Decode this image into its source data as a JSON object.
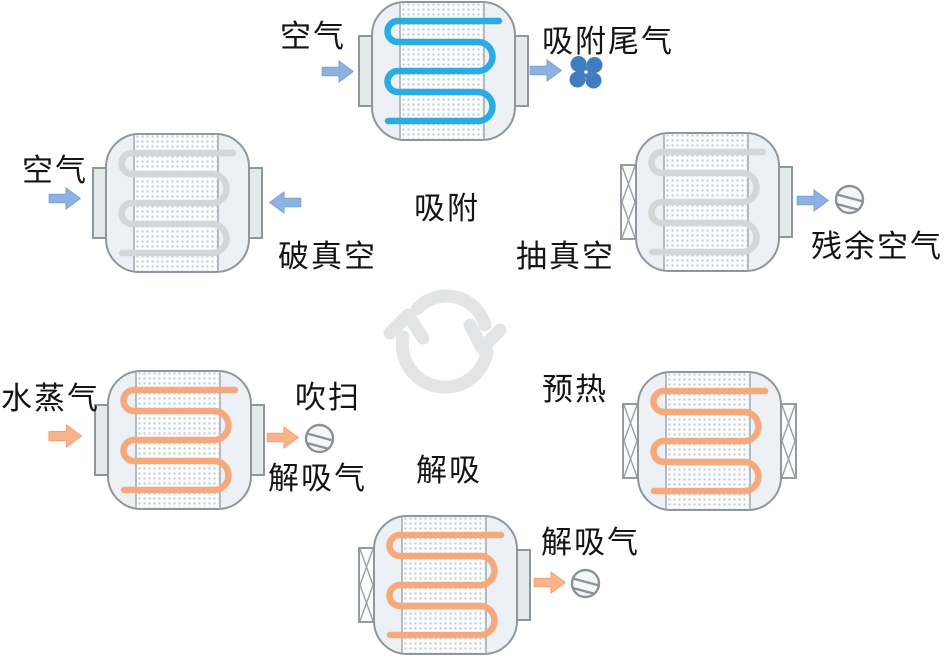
{
  "diagram": {
    "stages": {
      "adsorption": "吸附",
      "desorption": "解吸",
      "break_vacuum": "破真空",
      "evacuation": "抽真空",
      "preheat": "预热",
      "purge": "吹扫"
    },
    "streams": {
      "air_in_top": "空气",
      "air_in_left": "空气",
      "adsorption_tail_gas": "吸附尾气",
      "residual_air": "残余空气",
      "steam_in": "水蒸气",
      "desorbed_gas_purge": "解吸气",
      "desorbed_gas_bottom": "解吸气"
    },
    "colors": {
      "active_coil_blue": "#2aabe2",
      "idle_coil_gray": "#d4d6d7",
      "heated_coil_orange": "#f5a97d",
      "flow_arrow_blue": "#8db1e0",
      "flow_arrow_blue_edge": "#7aa0d2",
      "flow_arrow_orange": "#f9b48b",
      "flow_arrow_orange_edge": "#f2a170",
      "fan_blue": "#3f7dbe",
      "icon_outline_gray": "#8b9399",
      "cycle_gray": "#e3e4e5"
    }
  }
}
